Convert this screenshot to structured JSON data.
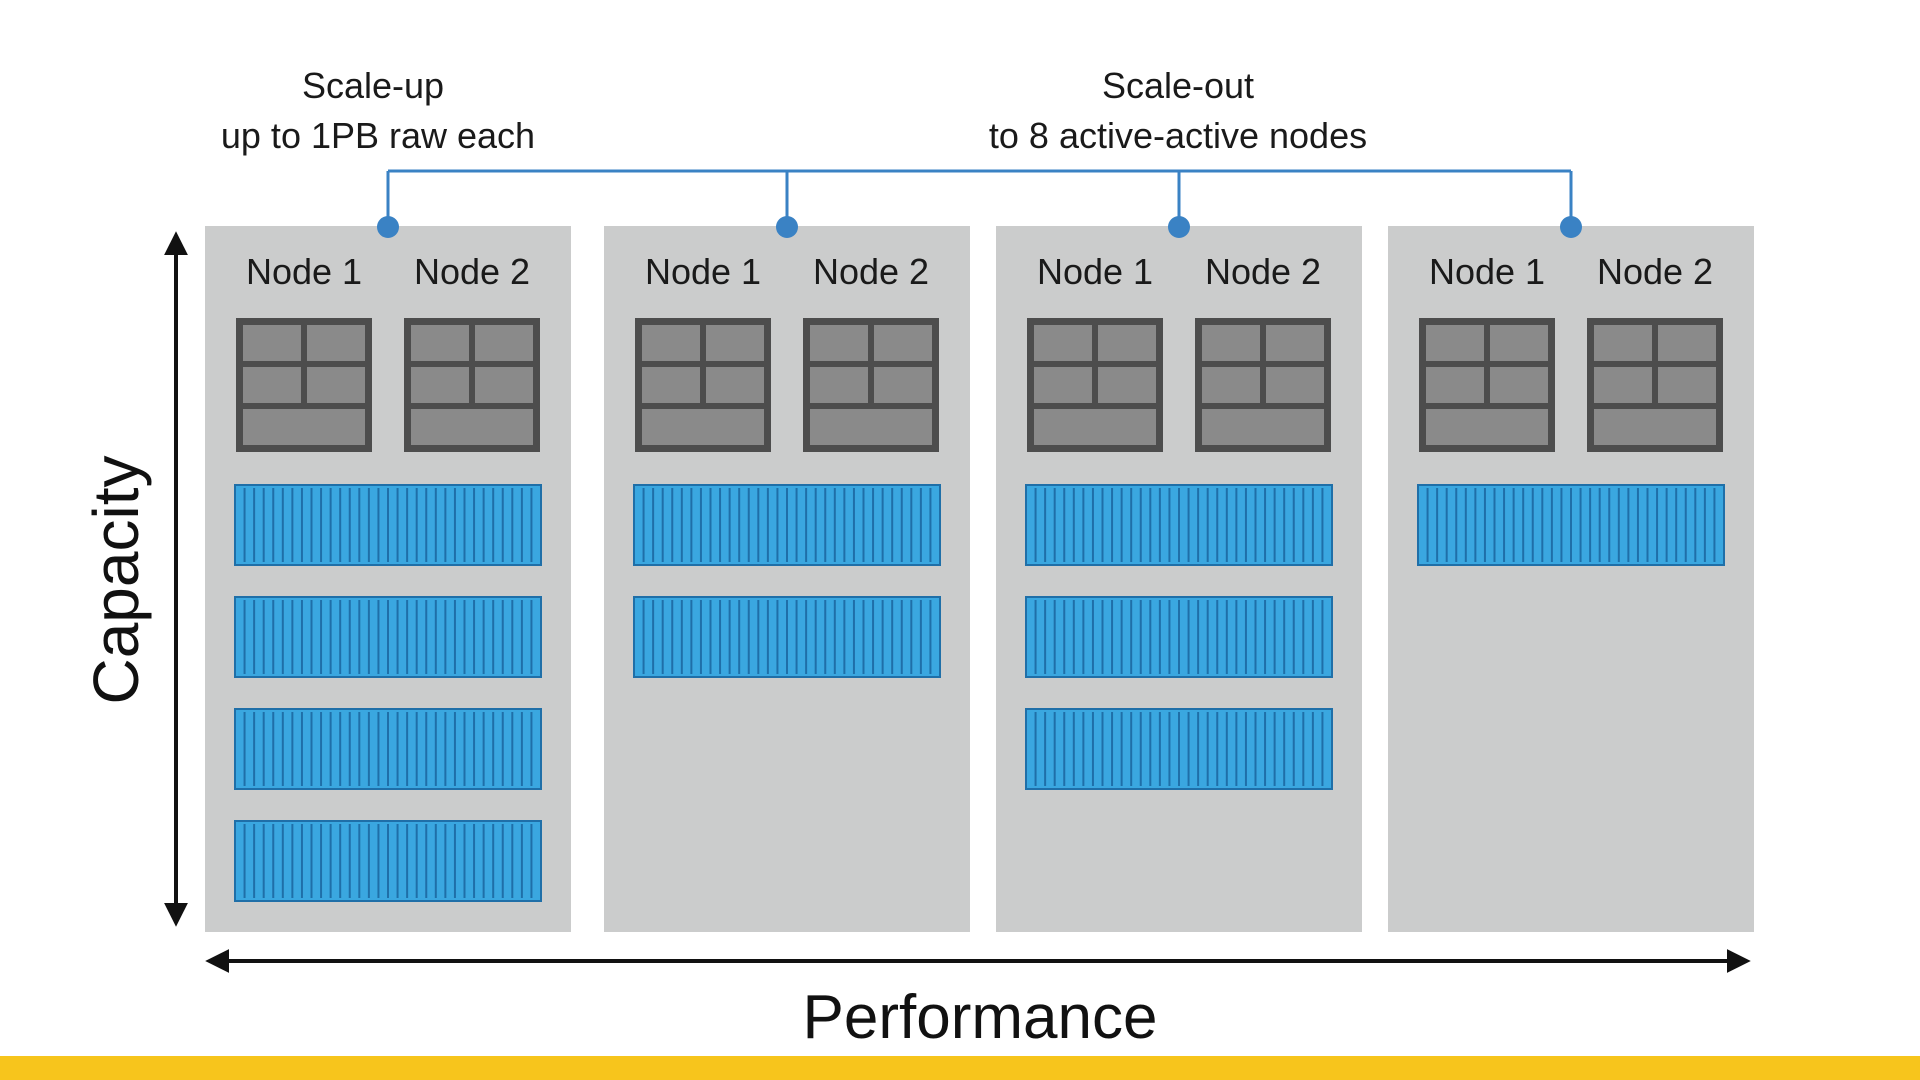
{
  "labels": {
    "scale_up_line1": "Scale-up",
    "scale_up_line2": "up to 1PB raw each",
    "scale_out_line1": "Scale-out",
    "scale_out_line2": "to 8 active-active nodes",
    "y_axis": "Capacity",
    "x_axis": "Performance"
  },
  "clusters": [
    {
      "node_a": "Node 1",
      "node_b": "Node 2",
      "expansion_shelves": 4
    },
    {
      "node_a": "Node 1",
      "node_b": "Node 2",
      "expansion_shelves": 2
    },
    {
      "node_a": "Node 1",
      "node_b": "Node 2",
      "expansion_shelves": 3
    },
    {
      "node_a": "Node 1",
      "node_b": "Node 2",
      "expansion_shelves": 1
    }
  ],
  "colors": {
    "panel": "#cbcccc",
    "controller_frame": "#4d4d4d",
    "controller_slot": "#8a8a8a",
    "shelf_fill": "#3aa7e0",
    "shelf_stripe": "#1f6fa8",
    "connector": "#3a82c4",
    "axis": "#111111",
    "accent_bar": "#f7c51c"
  }
}
